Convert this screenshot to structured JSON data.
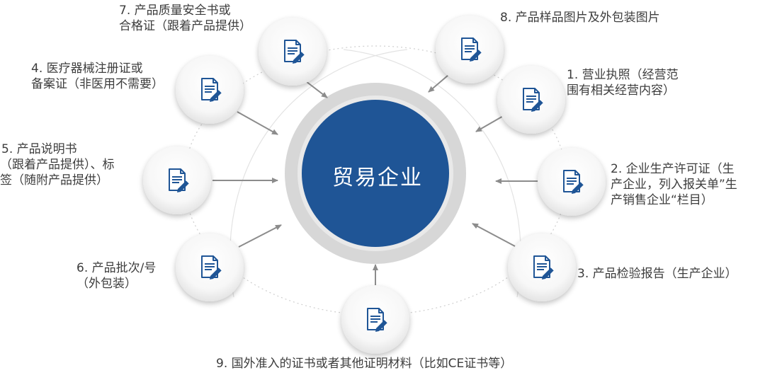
{
  "center": {
    "label": "贸易企业"
  },
  "items": [
    {
      "id": 7,
      "lines": [
        "7. 产品质量安全书或",
        "合格证（跟着产品提供）"
      ]
    },
    {
      "id": 8,
      "lines": [
        "8. 产品样品图片及外包装图片"
      ]
    },
    {
      "id": 4,
      "lines": [
        "4. 医疗器械注册证或",
        "备案证（非医用不需要）"
      ]
    },
    {
      "id": 1,
      "lines": [
        "1. 营业执照（经营范",
        "围有相关经营内容）"
      ]
    },
    {
      "id": 5,
      "lines": [
        "5. 产品说明书",
        "（跟着产品提供）、标",
        "签（随附产品提供）"
      ]
    },
    {
      "id": 2,
      "lines": [
        "2. 企业生产许可证（生",
        "产企业，列入报关单”生",
        "产销售企业“栏目）"
      ]
    },
    {
      "id": 6,
      "lines": [
        "6. 产品批次/号",
        "（外包装）"
      ]
    },
    {
      "id": 3,
      "lines": [
        "3. 产品检验报告（生产企业）"
      ]
    },
    {
      "id": 9,
      "lines": [
        "9. 国外准入的证书或者其他证明材料（比如CE证书等）"
      ]
    }
  ],
  "icon": "document-edit-icon",
  "colors": {
    "center": "#1f5596",
    "ring": "#d7d7d7",
    "arrow": "#8c8c8c",
    "node_shadow": "#e9e9e9"
  }
}
